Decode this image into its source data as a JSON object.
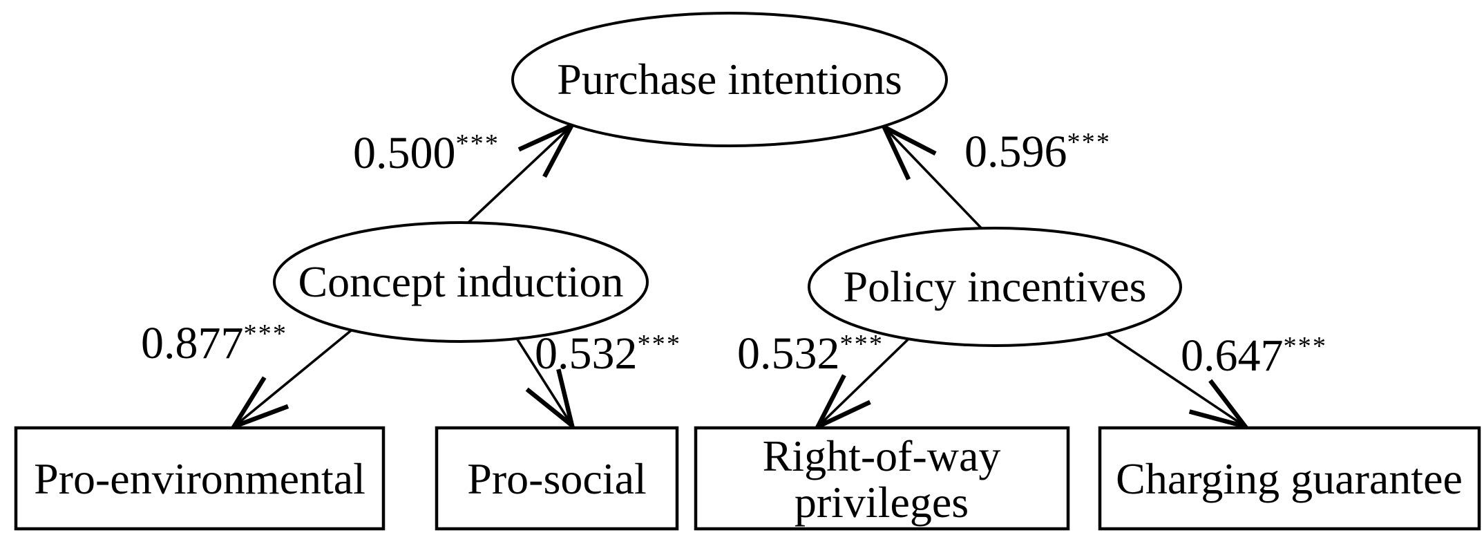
{
  "figure": {
    "background_color": "#ffffff",
    "line_color": "#000000",
    "nodes": {
      "purchase_intentions": {
        "label": "Purchase intentions",
        "shape": "ellipse"
      },
      "concept_induction": {
        "label": "Concept induction",
        "shape": "ellipse"
      },
      "policy_incentives": {
        "label": "Policy incentives",
        "shape": "ellipse"
      },
      "pro_environmental": {
        "label": "Pro-environmental",
        "shape": "rectangle"
      },
      "pro_social": {
        "label": "Pro-social",
        "shape": "rectangle"
      },
      "right_of_way_privileges": {
        "label": "Right-of-way privileges",
        "shape": "rectangle"
      },
      "charging_guarantee": {
        "label": "Charging guarantee",
        "shape": "rectangle"
      }
    },
    "paths": [
      {
        "from": "Concept induction",
        "to": "Purchase intentions",
        "coefficient": "0.500",
        "significance": "***"
      },
      {
        "from": "Policy incentives",
        "to": "Purchase intentions",
        "coefficient": "0.596",
        "significance": "***"
      },
      {
        "from": "Concept induction",
        "to": "Pro-environmental",
        "coefficient": "0.877",
        "significance": "***"
      },
      {
        "from": "Concept induction",
        "to": "Pro-social",
        "coefficient": "0.532",
        "significance": "***"
      },
      {
        "from": "Policy incentives",
        "to": "Right-of-way privileges",
        "coefficient": "0.532",
        "significance": "***"
      },
      {
        "from": "Policy incentives",
        "to": "Charging guarantee",
        "coefficient": "0.647",
        "significance": "***"
      }
    ]
  }
}
